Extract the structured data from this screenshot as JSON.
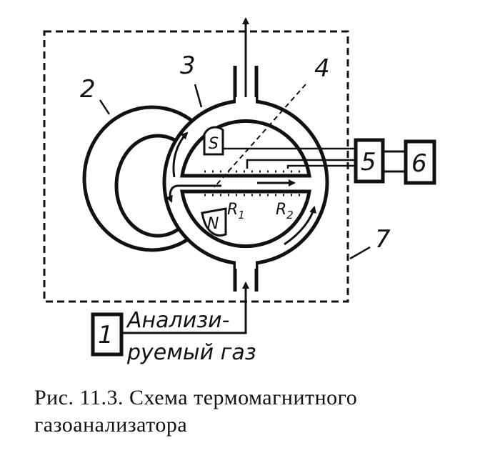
{
  "labels": {
    "n1": "1",
    "n2": "2",
    "n3": "3",
    "n4": "4",
    "n5": "5",
    "n6": "6",
    "n7": "7",
    "s_pole": "S",
    "n_pole": "N",
    "r1": "R",
    "r1_sub": "1",
    "r2": "R",
    "r2_sub": "2"
  },
  "gas_label": {
    "line1": "Анализи-",
    "line2": "руемый газ"
  },
  "caption": {
    "line1": "Рис. 11.3. Схема термомагнитного",
    "line2": "газоанализатора"
  },
  "colors": {
    "ink": "#111111",
    "paper": "#ffffff"
  }
}
